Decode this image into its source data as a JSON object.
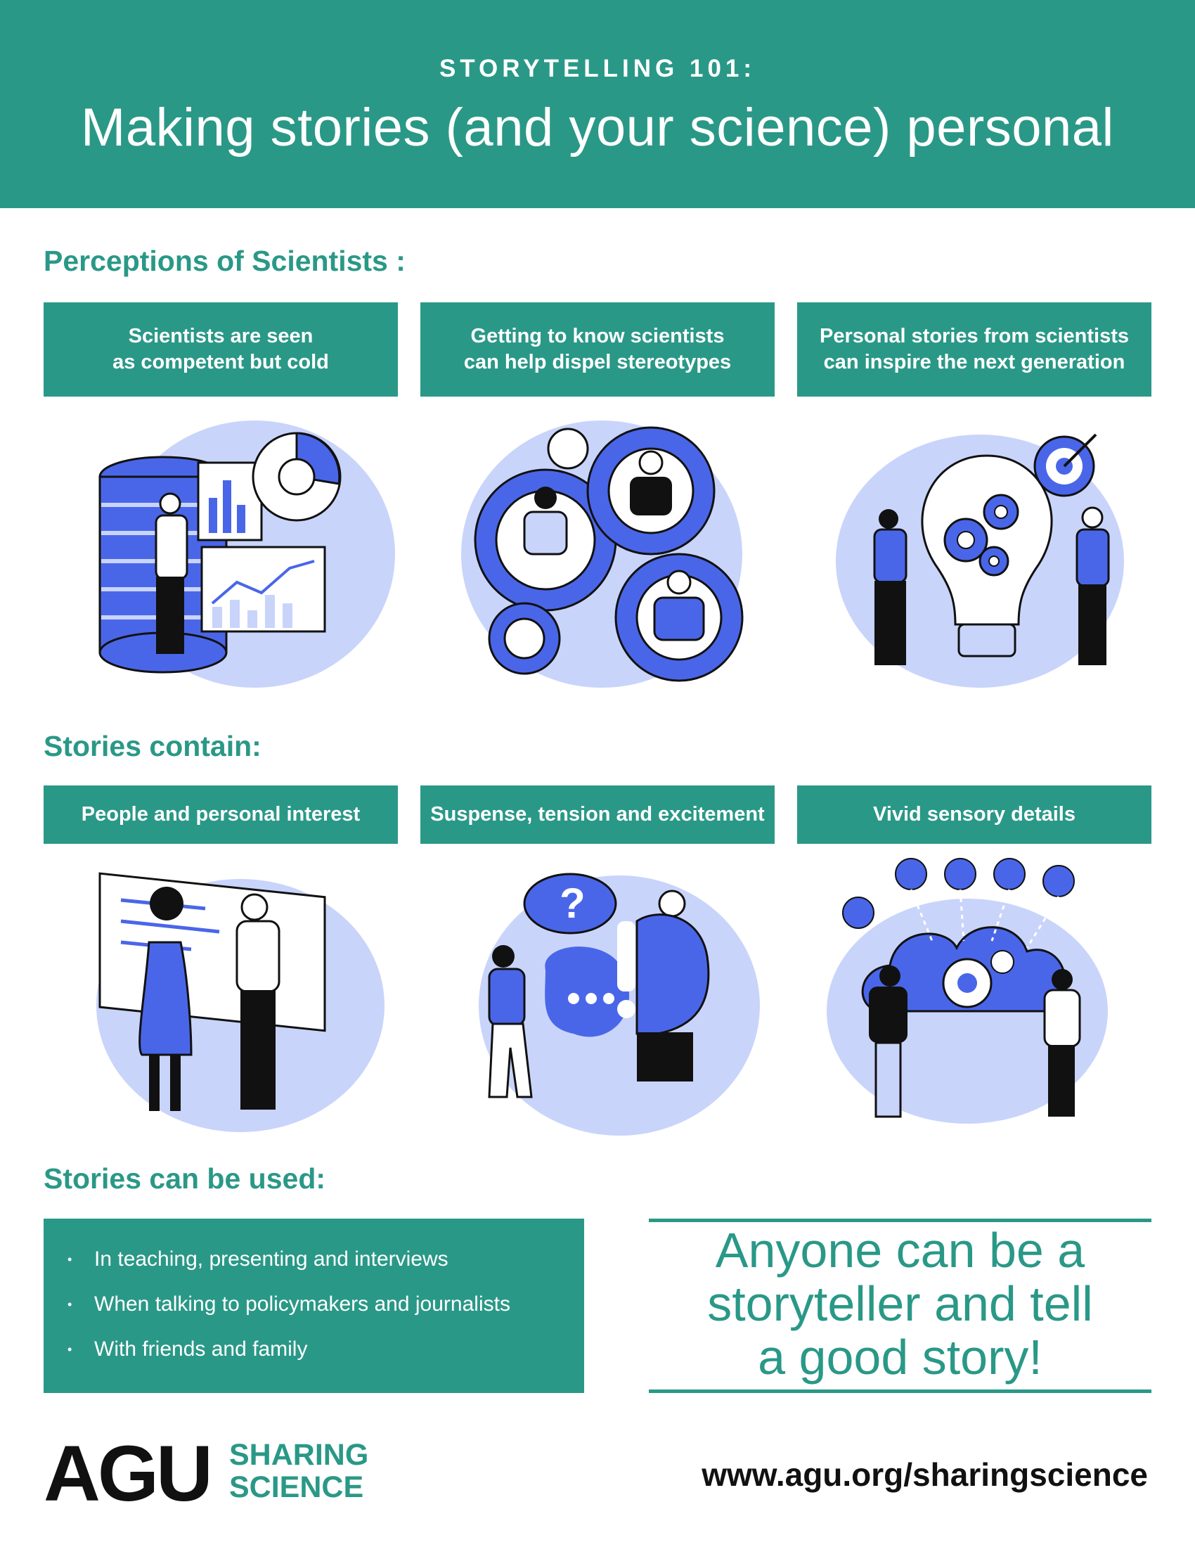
{
  "header": {
    "kicker": "STORYTELLING 101:",
    "title": "Making stories (and your science) personal"
  },
  "perceptions": {
    "heading": "Perceptions of Scientists :",
    "cards": [
      {
        "line1": "Scientists are seen",
        "line2": "as competent but cold",
        "illustration": "data-analyst-illustration"
      },
      {
        "line1": "Getting to know scientists",
        "line2": "can help dispel stereotypes",
        "illustration": "team-gears-illustration"
      },
      {
        "line1": "Personal stories from scientists",
        "line2": "can inspire the next generation",
        "illustration": "lightbulb-ideas-illustration"
      }
    ]
  },
  "stories_contain": {
    "heading": "Stories contain:",
    "cards": [
      {
        "label": "People and personal interest",
        "illustration": "handshake-illustration"
      },
      {
        "label": "Suspense, tension and excitement",
        "illustration": "question-exclamation-illustration"
      },
      {
        "label": "Vivid sensory details",
        "illustration": "senses-cloud-illustration"
      }
    ]
  },
  "stories_used": {
    "heading": "Stories can be used:",
    "items": [
      "In teaching, presenting and interviews",
      "When talking to policymakers and journalists",
      "With friends and family"
    ]
  },
  "quote": {
    "line1": "Anyone can be a",
    "line2": "storyteller and tell",
    "line3": "a good story!"
  },
  "footer": {
    "logo_text": "AGU",
    "brand_line1": "SHARING",
    "brand_line2": "SCIENCE",
    "url": "www.agu.org/sharingscience"
  },
  "colors": {
    "teal": "#2a9887",
    "blue": "#4a66e8",
    "light_blue": "#c9d4fb"
  }
}
